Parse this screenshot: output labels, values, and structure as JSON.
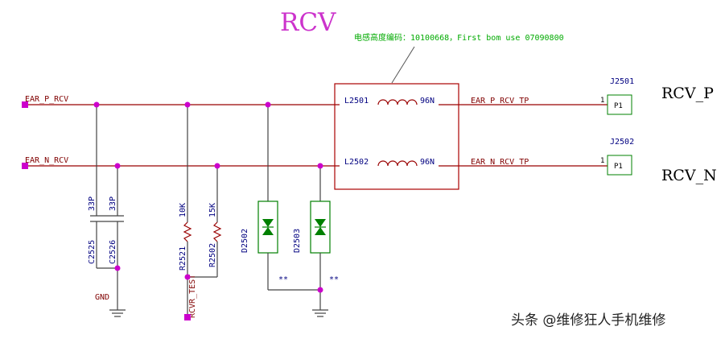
{
  "title": "RCV",
  "note": "电感高度编码：10100668，First bom use  07090800",
  "nets": {
    "ear_p": "EAR_P_RCV",
    "ear_n": "EAR_N_RCV",
    "ear_p_tp": "EAR_P_RCV_TP",
    "ear_n_tp": "EAR_N_RCV_TP",
    "gnd": "GND",
    "rcvr_test": "RCVR_TEST"
  },
  "components": {
    "l2501": {
      "ref": "L2501",
      "value": "96N"
    },
    "l2502": {
      "ref": "L2502",
      "value": "96N"
    },
    "c2525": {
      "ref": "C2525",
      "value": "33P"
    },
    "c2526": {
      "ref": "C2526",
      "value": "33P"
    },
    "r2521": {
      "ref": "R2521",
      "value": "10K"
    },
    "r2502": {
      "ref": "R2502",
      "value": "15K"
    },
    "d2502": {
      "ref": "D2502",
      "mark": "**"
    },
    "d2503": {
      "ref": "D2503",
      "mark": "**"
    },
    "j2501": {
      "ref": "J2501",
      "pin": "P1",
      "pin_num": "1",
      "label": "RCV_P"
    },
    "j2502": {
      "ref": "J2502",
      "pin": "P1",
      "pin_num": "1",
      "label": "RCV_N"
    }
  },
  "watermark": "头条 @维修狂人手机维修",
  "colors": {
    "title": "#cc33cc",
    "note": "#00aa00",
    "wire": "#990000",
    "junction": "#cc00cc",
    "ref": "#000080",
    "net": "#800000",
    "diode": "#008000"
  }
}
